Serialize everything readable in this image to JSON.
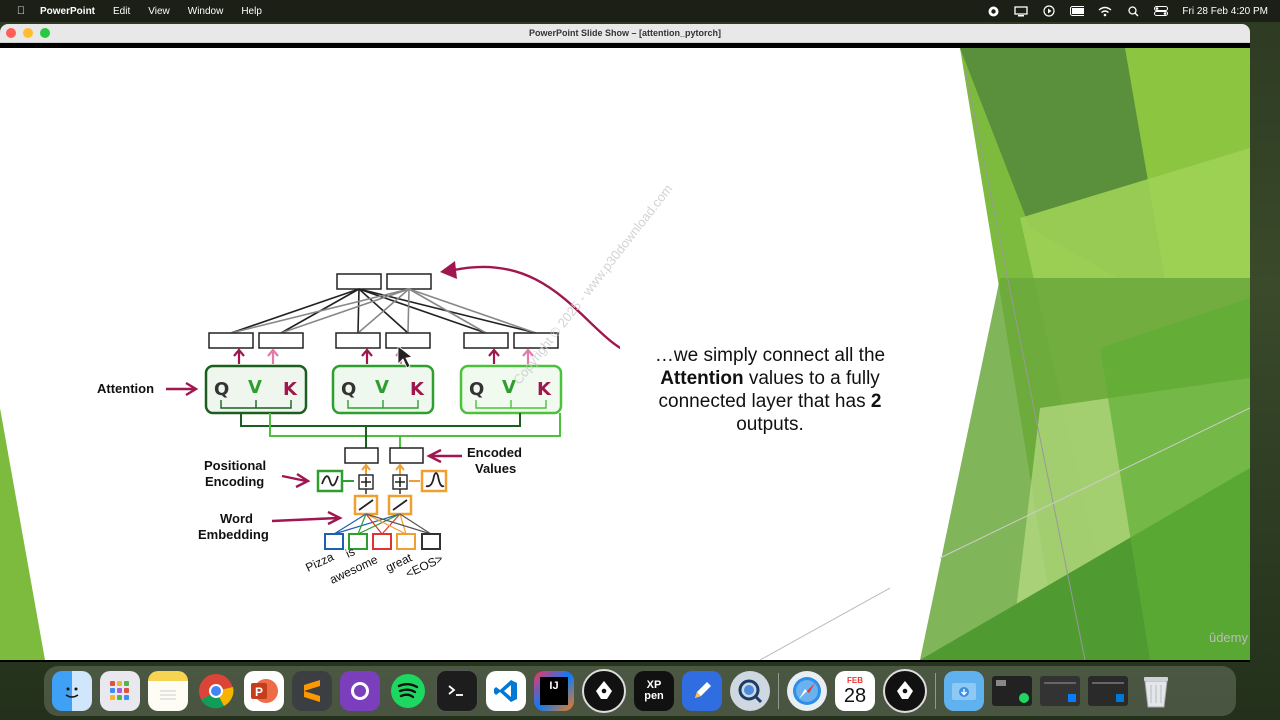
{
  "menubar": {
    "app": "PowerPoint",
    "items": [
      "Edit",
      "View",
      "Window",
      "Help"
    ],
    "clock": "Fri 28 Feb  4:20 PM"
  },
  "window": {
    "title": "PowerPoint Slide Show – [attention_pytorch]"
  },
  "slide": {
    "text_line1": "…we simply connect all the",
    "text_bold": "Attention",
    "text_line2_rest": " values to a fully",
    "text_line3": "connected layer that has ",
    "text_bold2": "2",
    "text_line4": "outputs.",
    "watermark": "Copyright © 2025 - www.p30download.com",
    "udemy": "ûdemy",
    "diagram": {
      "label_attention": "Attention",
      "label_positional_1": "Positional",
      "label_positional_2": "Encoding",
      "label_word_1": "Word",
      "label_word_2": "Embedding",
      "label_encoded_1": "Encoded",
      "label_encoded_2": "Values",
      "q": "Q",
      "v": "V",
      "k": "K",
      "words": [
        "Pizza",
        "is",
        "awesome",
        "great",
        "<EOS>"
      ]
    }
  },
  "dock": {
    "calendar_month": "FEB",
    "calendar_day": "28",
    "xp_label_1": "XP",
    "xp_label_2": "pen",
    "ij_label": "IJ"
  },
  "colors": {
    "green_dark": "#1b5e20",
    "green_mid": "#2e9e2e",
    "green_light": "#4cc23c",
    "arrow_magenta": "#a0174f",
    "arrow_pink": "#e57aa8",
    "orange": "#f0a030"
  }
}
